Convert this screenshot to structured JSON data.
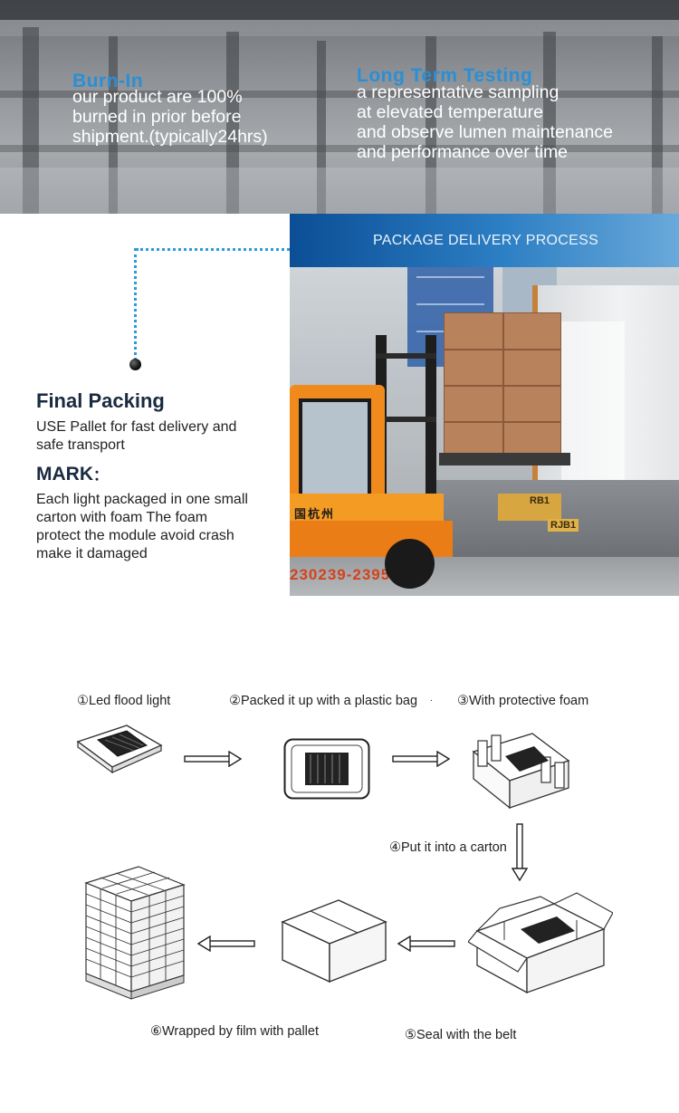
{
  "burn_in": {
    "title": "Burn-In",
    "lines": [
      "our product are 100%",
      "burned in prior before",
      "shipment.(typically24hrs)"
    ]
  },
  "long_term": {
    "title": "Long Term Testing",
    "lines": [
      "a representative sampling",
      "at elevated temperature",
      "and observe lumen maintenance",
      "and performance over time"
    ]
  },
  "package_header": "PACKAGE DELIVERY PROCESS",
  "final_packing": {
    "title": "Final Packing",
    "text": "USE Pallet for fast delivery and safe transport"
  },
  "mark": {
    "title": "MARK",
    "colon": "：",
    "text": "Each light packaged in one small carton with foam  The foam protect the module avoid crash make it damaged"
  },
  "photo": {
    "forklift_plate": "230239-2395",
    "truck_sign": "国杭州",
    "carton_marks": [
      "RB1",
      "RJB1"
    ]
  },
  "steps": [
    "①Led flood light",
    "②Packed it up with a plastic bag",
    "③With protective foam",
    "④Put it into a carton",
    "⑤Seal with the belt",
    "⑥Wrapped by film with pallet"
  ],
  "stray_dot": ".",
  "colors": {
    "accent_blue": "#2a8fd6",
    "header_blue": "#0b4e96",
    "dotted_line": "#2e9ad8",
    "title_dark": "#1a2a40",
    "forklift_orange": "#f08a1c"
  }
}
